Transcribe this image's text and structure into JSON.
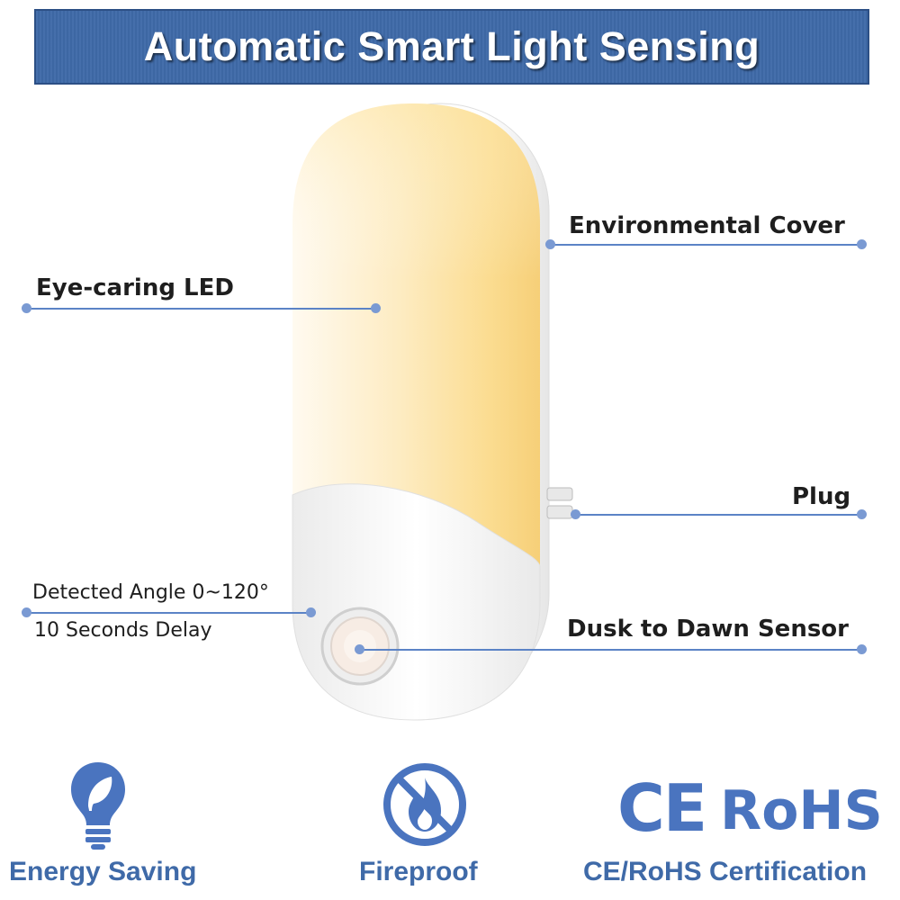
{
  "banner": {
    "title": "Automatic Smart Light Sensing"
  },
  "callouts": {
    "environmental_cover": "Environmental Cover",
    "eye_caring_led": "Eye-caring LED",
    "plug": "Plug",
    "detected_angle": "Detected Angle 0~120°",
    "delay": "10 Seconds Delay",
    "dusk_to_dawn": "Dusk to Dawn Sensor"
  },
  "features": {
    "energy_saving": "Energy Saving",
    "fireproof": "Fireproof",
    "certification": "CE/RoHS Certification",
    "ce_mark": "CE",
    "rohs_mark": "RoHS"
  },
  "icons": [
    "light-bulb-leaf-icon",
    "no-fire-icon",
    "ce-rohs-mark"
  ],
  "colors": {
    "banner_bg": "#3f6aa8",
    "accent_blue": "#4a74bf",
    "callout_line": "#5b83c6",
    "led_glow": "#fbe3a6"
  }
}
